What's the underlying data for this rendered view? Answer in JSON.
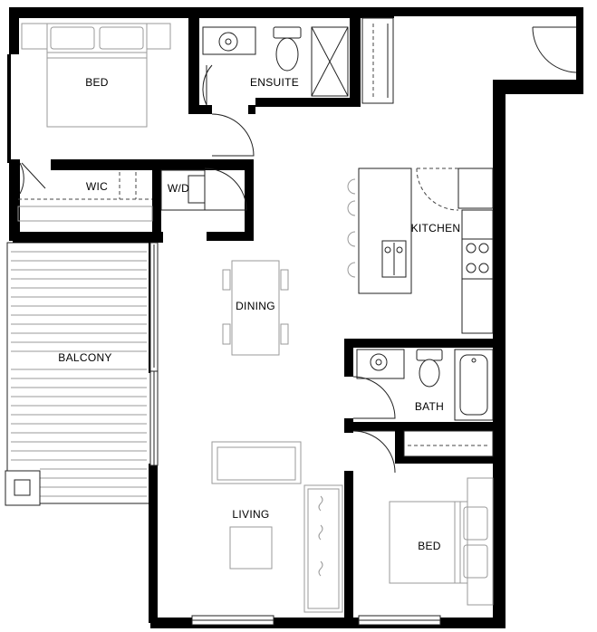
{
  "rooms": {
    "bed_main": "BED",
    "ensuite": "ENSUITE",
    "wic": "WIC",
    "wd": "W/D",
    "kitchen": "KITCHEN",
    "dining": "DINING",
    "balcony": "BALCONY",
    "bath": "BATH",
    "living": "LIVING",
    "bed_second": "BED"
  },
  "colors": {
    "wall": "#000000",
    "fixture_line": "#222222",
    "furniture_line": "#9a9a9a",
    "background": "#ffffff"
  }
}
